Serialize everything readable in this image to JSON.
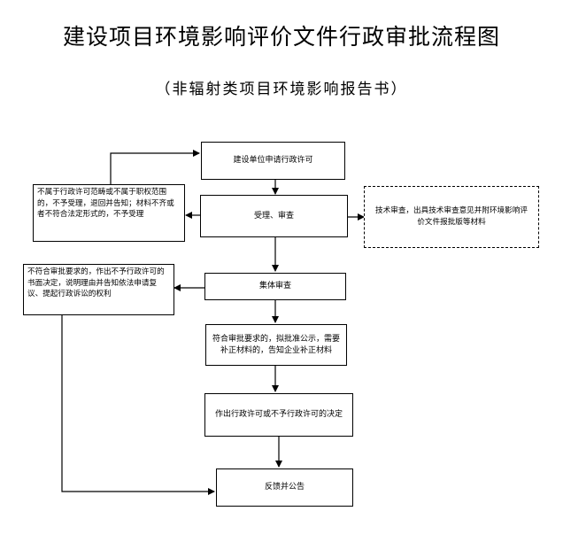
{
  "title": "建设项目环境影响评价文件行政审批流程图",
  "subtitle": "（非辐射类项目环境影响报告书）",
  "nodes": {
    "apply": "建设单位申请行政许可",
    "accept": "受理、审查",
    "reject_accept": "不属于行政许可范畴或不属于职权范围的，不予受理，退回并告知；材料不齐或者不符合法定形式的，不予受理",
    "tech_review": "技术审查，出具技术审查意见并附环境影响评价文件报批版等材料",
    "collective_review": "集体审查",
    "reject_review": "不符合审批要求的，作出不予行政许可的书面决定，说明理由并告知依法申请复议、提起行政诉讼的权利",
    "approve_publicize": "符合审批要求的，拟批准公示，需要补正材料的，告知企业补正材料",
    "decision": "作出行政许可或不予行政许可的决定",
    "feedback": "反馈并公告"
  },
  "colors": {
    "line": "#000000",
    "border": "#000000",
    "background": "#ffffff"
  }
}
